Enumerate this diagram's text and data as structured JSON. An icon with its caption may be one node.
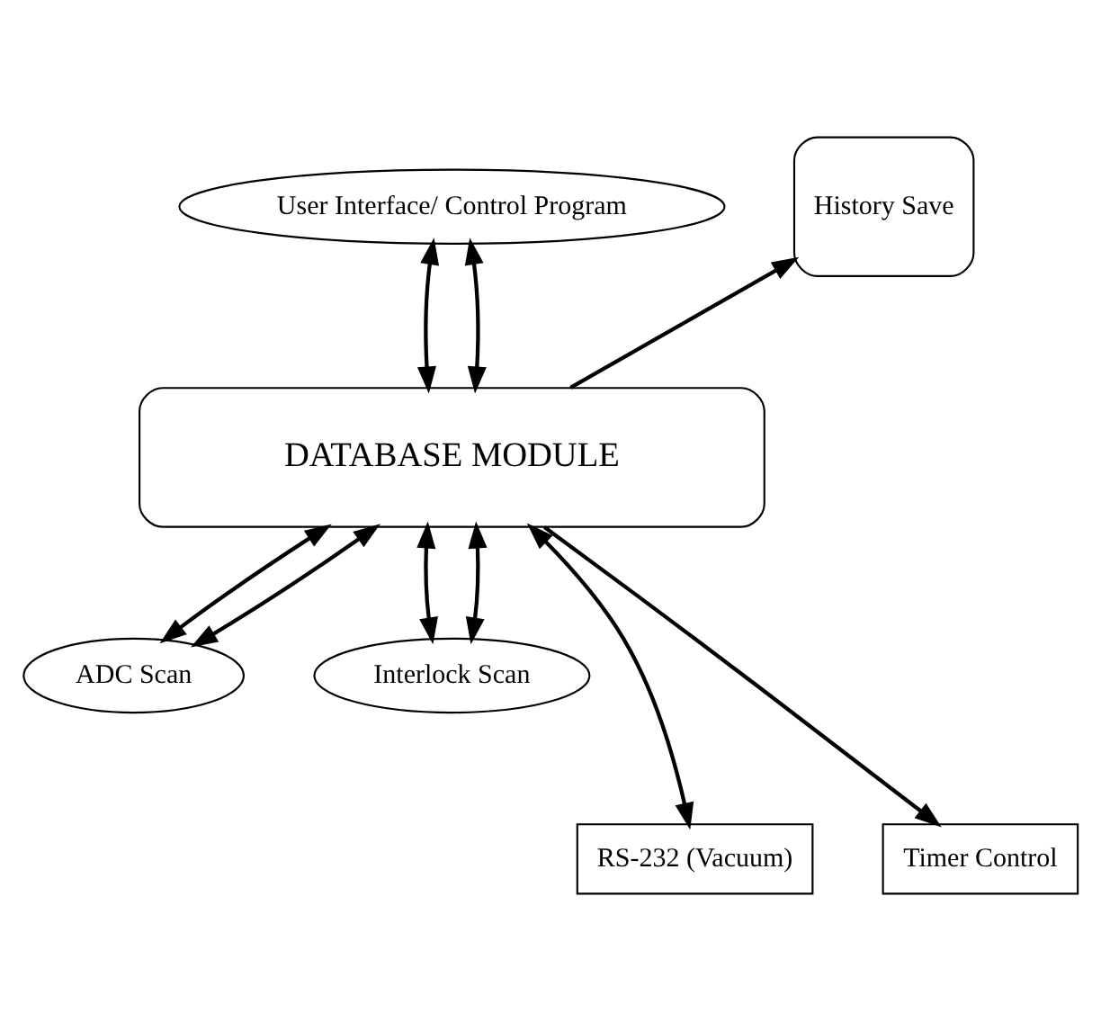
{
  "diagram": {
    "nodes": [
      {
        "text": [
          "User Interface/ Control Program"
        ]
      },
      {
        "text": [
          "History Save"
        ]
      },
      {
        "text": [
          "DATABASE MODULE"
        ]
      },
      {
        "text": [
          "ADC Scan"
        ]
      },
      {
        "text": [
          "Interlock Scan"
        ]
      },
      {
        "text": [
          "RS-232 (Vacuum)"
        ]
      },
      {
        "text": [
          "Timer Control"
        ]
      }
    ],
    "edges": [
      {
        "from": 0,
        "to": 2,
        "arrow": "both"
      },
      {
        "from": 0,
        "to": 2,
        "arrow": "both"
      },
      {
        "from": 2,
        "to": 1,
        "arrow": "to"
      },
      {
        "from": 2,
        "to": 3,
        "arrow": "both"
      },
      {
        "from": 2,
        "to": 3,
        "arrow": "both"
      },
      {
        "from": 2,
        "to": 5,
        "arrow": "both"
      },
      {
        "from": 2,
        "to": 6,
        "arrow": "to"
      },
      {
        "from": 2,
        "to": 4,
        "arrow": "both"
      },
      {
        "from": 2,
        "to": 4,
        "arrow": "both"
      }
    ]
  }
}
